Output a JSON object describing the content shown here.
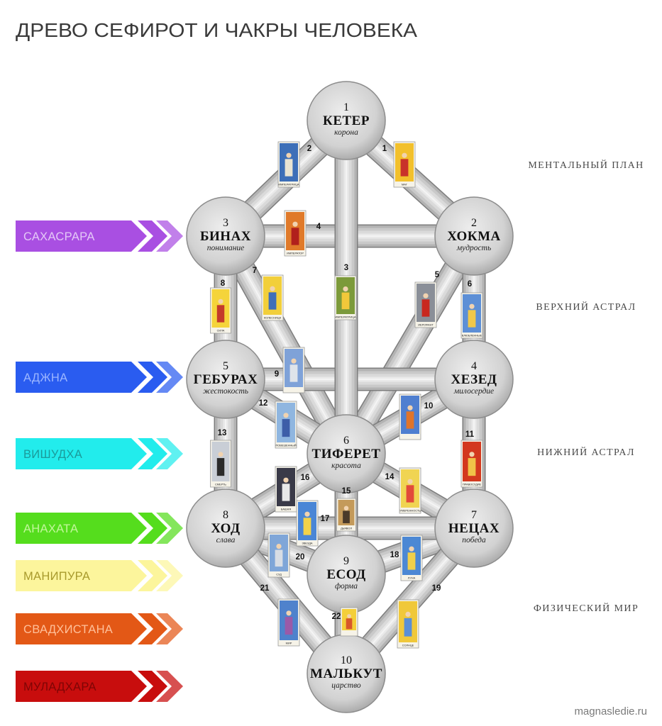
{
  "title": "ДРЕВО СЕФИРОТ И ЧАКРЫ ЧЕЛОВЕКА",
  "sephiroth": [
    {
      "number": "1",
      "name": "КЕТЕР",
      "meaning": "корона"
    },
    {
      "number": "2",
      "name": "ХОКМА",
      "meaning": "мудрость"
    },
    {
      "number": "3",
      "name": "БИНАХ",
      "meaning": "понимание"
    },
    {
      "number": "4",
      "name": "ХЕЗЕД",
      "meaning": "милосердие"
    },
    {
      "number": "5",
      "name": "ГЕБУРАХ",
      "meaning": "жестокость"
    },
    {
      "number": "6",
      "name": "ТИФЕРЕТ",
      "meaning": "красота"
    },
    {
      "number": "7",
      "name": "НЕЦАХ",
      "meaning": "победа"
    },
    {
      "number": "8",
      "name": "ХОД",
      "meaning": "слава"
    },
    {
      "number": "9",
      "name": "ЕСОД",
      "meaning": "форма"
    },
    {
      "number": "10",
      "name": "МАЛЬКУТ",
      "meaning": "царство"
    }
  ],
  "paths": [
    {
      "number": "1",
      "card": "МАГ"
    },
    {
      "number": "2",
      "card": "ИМПЕРАТРИЦА"
    },
    {
      "number": "3",
      "card": "ИМПЕРАТРИЦА"
    },
    {
      "number": "4",
      "card": "ИМПЕРАТОР"
    },
    {
      "number": "5",
      "card": "ИЕРОФАНТ"
    },
    {
      "number": "6",
      "card": "ВЛЮБЛЕННЫЕ"
    },
    {
      "number": "7",
      "card": "КОЛЕСНИЦА"
    },
    {
      "number": "8",
      "card": "СИЛА"
    },
    {
      "number": "9"
    },
    {
      "number": "10"
    },
    {
      "number": "11",
      "card": "ПРАВОСУДИЕ"
    },
    {
      "number": "12",
      "card": "ПОВЕШЕННЫЙ"
    },
    {
      "number": "13",
      "card": "СМЕРТЬ"
    },
    {
      "number": "14",
      "card": "УМЕРЕННОСТЬ"
    },
    {
      "number": "15",
      "card": "ДЬЯВОЛ"
    },
    {
      "number": "16",
      "card": "БАШНЯ"
    },
    {
      "number": "17",
      "card": "ЗВЕЗДА"
    },
    {
      "number": "18",
      "card": "ЛУНА"
    },
    {
      "number": "19",
      "card": "СОЛНЦЕ"
    },
    {
      "number": "20",
      "card": "СУД"
    },
    {
      "number": "21",
      "card": "МИР"
    },
    {
      "number": "22"
    }
  ],
  "planes": [
    "МЕНТАЛЬНЫЙ ПЛАН",
    "ВЕРХНИЙ АСТРАЛ",
    "НИЖНИЙ АСТРАЛ",
    "ФИЗИЧЕСКИЙ МИР"
  ],
  "chakras": [
    {
      "name": "САХАСРАРА",
      "color": "#a94fe2",
      "text_color": "#e4c8f7"
    },
    {
      "name": "АДЖНА",
      "color": "#2a5cf0",
      "text_color": "#9cb6ff"
    },
    {
      "name": "ВИШУДХА",
      "color": "#22ecec",
      "text_color": "#1b9a9a"
    },
    {
      "name": "АНАХАТА",
      "color": "#55dd1d",
      "text_color": "#c2f79b"
    },
    {
      "name": "МАНИПУРА",
      "color": "#fcf59c",
      "text_color": "#a89a2c"
    },
    {
      "name": "СВАДХИСТАНА",
      "color": "#e35816",
      "text_color": "#ffc09a"
    },
    {
      "name": "МУЛАДХАРА",
      "color": "#c80d0d",
      "text_color": "#7e0505"
    }
  ],
  "watermark": "magnasledie.ru"
}
